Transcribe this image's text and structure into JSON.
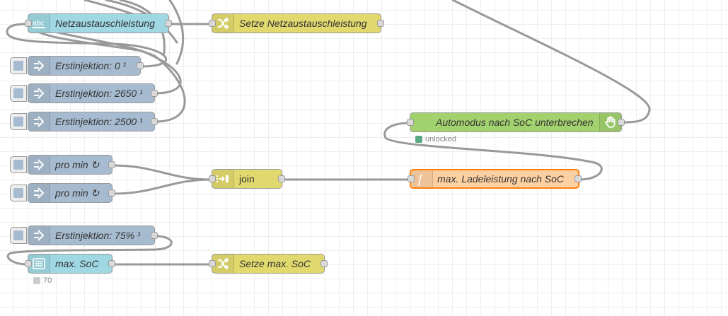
{
  "nodes": {
    "netzaustausch": {
      "label": "Netzaustauschleistung",
      "icon": "abc-icon"
    },
    "setze_netz": {
      "label": "Setze Netzaustauschleistung",
      "icon": "shuffle-icon"
    },
    "inj0": {
      "label": "Erstinjektion: 0 ¹",
      "icon": "arrow-right-icon"
    },
    "inj2650": {
      "label": "Erstinjektion: 2650 ¹",
      "icon": "arrow-right-icon"
    },
    "inj2500": {
      "label": "Erstinjektion: 2500 ¹",
      "icon": "arrow-right-icon"
    },
    "promin1": {
      "label": "pro min ↻",
      "icon": "arrow-right-icon"
    },
    "promin2": {
      "label": "pro min ↻",
      "icon": "arrow-right-icon"
    },
    "join": {
      "label": "join",
      "icon": "join-icon"
    },
    "func": {
      "label": "max. Ladeleistung nach SoC",
      "icon": "function-icon"
    },
    "auto": {
      "label": "Automodus nach SoC unterbrechen",
      "icon": "hand-icon",
      "status": "unlocked",
      "status_color": "#5aaa83"
    },
    "inj75": {
      "label": "Erstinjektion: 75% ¹",
      "icon": "arrow-right-icon"
    },
    "maxsoc": {
      "label": "max. SoC",
      "icon": "list-icon",
      "status": "70",
      "status_color": "#cccccc"
    },
    "setze_soc": {
      "label": "Setze max. SoC",
      "icon": "shuffle-icon"
    }
  },
  "colors": {
    "wire": "#999999",
    "inject": "#a6bbcf",
    "change": "#e2d96e",
    "json": "#9fd8e2",
    "function": "#fdd0a2",
    "selected_border": "#ff7f0e"
  }
}
